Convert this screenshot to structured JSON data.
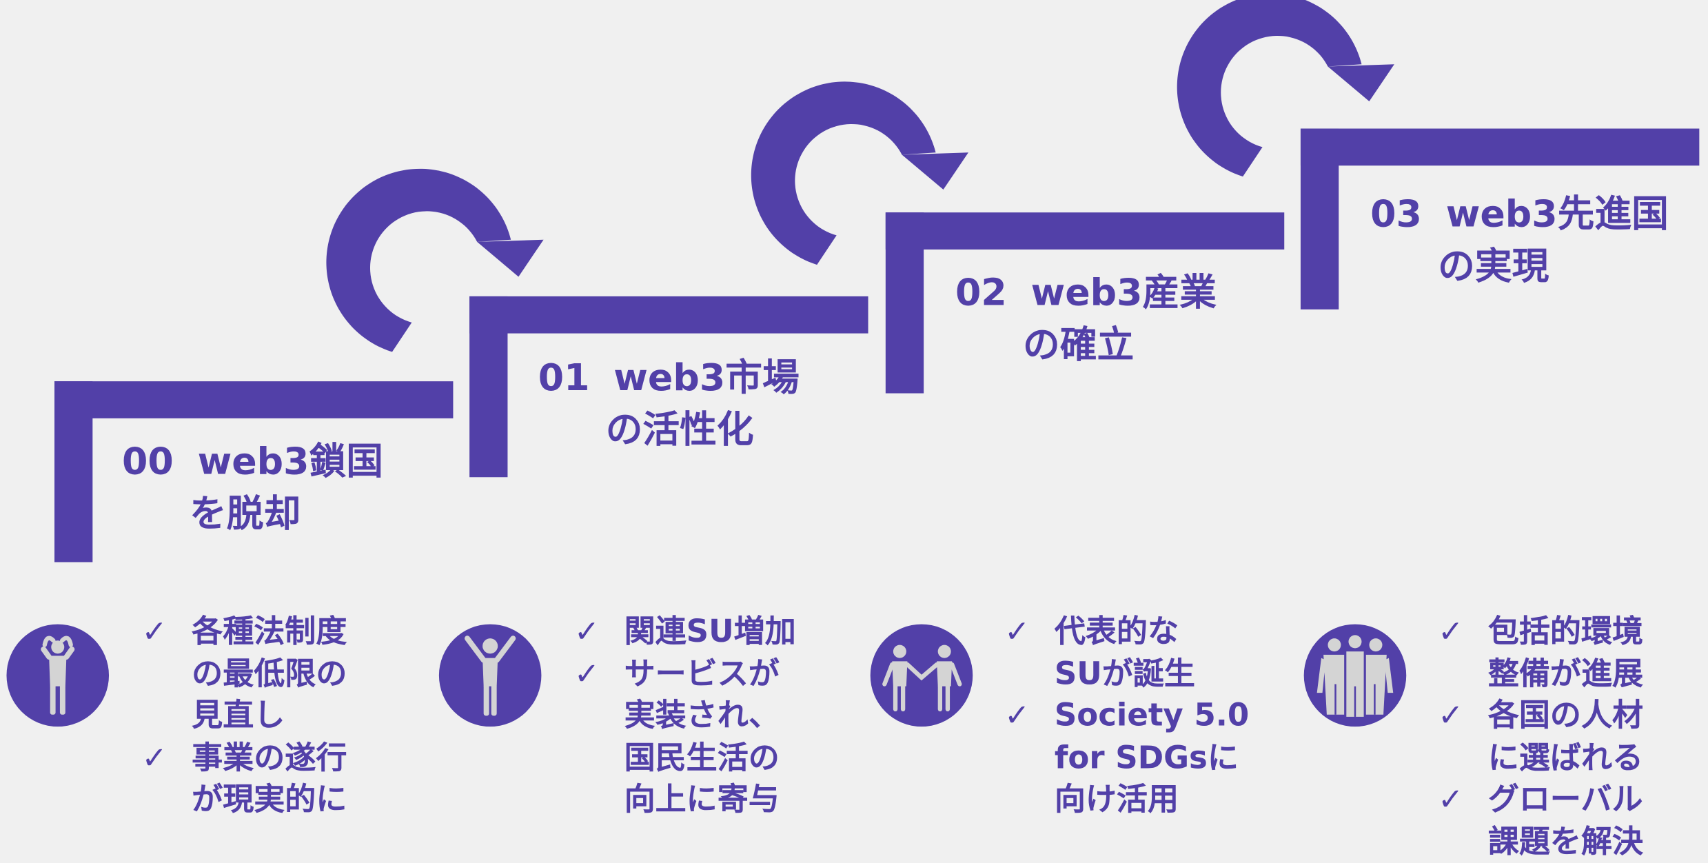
{
  "colors": {
    "accent": "#5240a8",
    "figure": "#d4d4d4",
    "background": "#f0f0f0"
  },
  "stages": [
    {
      "number": "00",
      "title_line1": "web3鎖国",
      "title_line2": "を脱却",
      "icon": "stressed-person-icon",
      "bullets": [
        [
          "各種法制度",
          "の最低限の",
          "見直し"
        ],
        [
          "事業の遂行",
          "が現実的に"
        ]
      ]
    },
    {
      "number": "01",
      "title_line1": "web3市場",
      "title_line2": "の活性化",
      "icon": "cheering-person-icon",
      "bullets": [
        [
          "関連SU増加"
        ],
        [
          "サービスが",
          "実装され、",
          "国民生活の",
          "向上に寄与"
        ]
      ]
    },
    {
      "number": "02",
      "title_line1": "web3産業",
      "title_line2": "の確立",
      "icon": "two-people-holding-hands-icon",
      "bullets": [
        [
          "代表的な",
          "SUが誕生"
        ],
        [
          "Society 5.0",
          "for SDGsに",
          "向け活用"
        ]
      ]
    },
    {
      "number": "03",
      "title_line1": "web3先進国",
      "title_line2": "の実現",
      "icon": "group-of-people-icon",
      "bullets": [
        [
          "包括的環境",
          "整備が進展"
        ],
        [
          "各国の人材",
          "に選ばれる"
        ],
        [
          "グローバル",
          "課題を解決"
        ]
      ]
    }
  ],
  "check_mark": "✓"
}
